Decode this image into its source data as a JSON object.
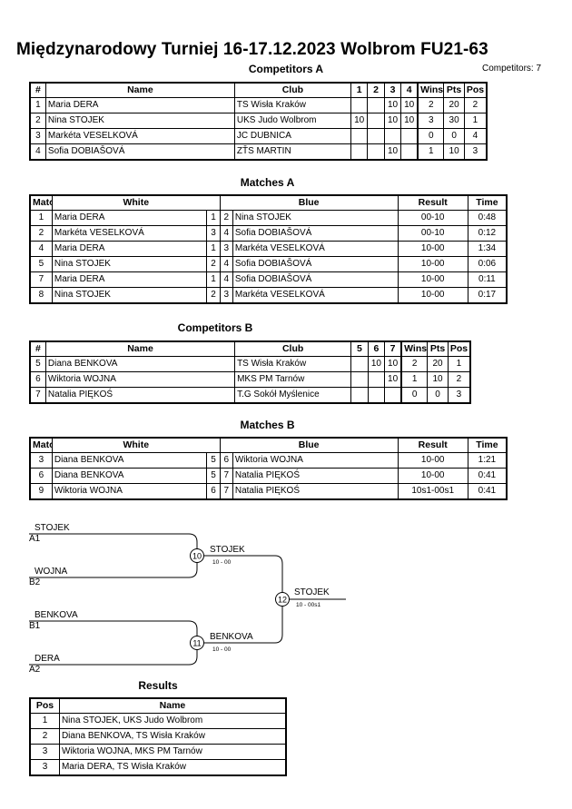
{
  "header": {
    "title": "Międzynarodowy Turniej  16-17.12.2023  Wolbrom   FU21-63",
    "competitors_count": "Competitors: 7"
  },
  "competitors_a": {
    "heading": "Competitors A",
    "columns": [
      "#",
      "Name",
      "Club",
      "1",
      "2",
      "3",
      "4",
      "Wins",
      "Pts",
      "Pos"
    ],
    "rows": [
      {
        "num": "1",
        "name": "Maria DERA",
        "club": "TS Wisła Kraków",
        "s": [
          "",
          "",
          "10",
          "10"
        ],
        "wins": "2",
        "pts": "20",
        "pos": "2"
      },
      {
        "num": "2",
        "name": "Nina STOJEK",
        "club": "UKS Judo Wolbrom",
        "s": [
          "10",
          "",
          "10",
          "10"
        ],
        "wins": "3",
        "pts": "30",
        "pos": "1"
      },
      {
        "num": "3",
        "name": "Markéta VESELKOVÁ",
        "club": "JC DUBNICA",
        "s": [
          "",
          "",
          "",
          ""
        ],
        "wins": "0",
        "pts": "0",
        "pos": "4"
      },
      {
        "num": "4",
        "name": "Sofia DOBIAŠOVÁ",
        "club": "ZŤS MARTIN",
        "s": [
          "",
          "",
          "10",
          ""
        ],
        "wins": "1",
        "pts": "10",
        "pos": "3"
      }
    ]
  },
  "matches_a": {
    "heading": "Matches A",
    "columns": [
      "Match",
      "White",
      "Blue",
      "Result",
      "Time"
    ],
    "rows": [
      {
        "match": "1",
        "white": "Maria DERA",
        "wn": "1",
        "bn": "2",
        "blue": "Nina STOJEK",
        "result": "00-10",
        "time": "0:48"
      },
      {
        "match": "2",
        "white": "Markéta VESELKOVÁ",
        "wn": "3",
        "bn": "4",
        "blue": "Sofia DOBIAŠOVÁ",
        "result": "00-10",
        "time": "0:12"
      },
      {
        "match": "4",
        "white": "Maria DERA",
        "wn": "1",
        "bn": "3",
        "blue": "Markéta VESELKOVÁ",
        "result": "10-00",
        "time": "1:34"
      },
      {
        "match": "5",
        "white": "Nina STOJEK",
        "wn": "2",
        "bn": "4",
        "blue": "Sofia DOBIAŠOVÁ",
        "result": "10-00",
        "time": "0:06"
      },
      {
        "match": "7",
        "white": "Maria DERA",
        "wn": "1",
        "bn": "4",
        "blue": "Sofia DOBIAŠOVÁ",
        "result": "10-00",
        "time": "0:11"
      },
      {
        "match": "8",
        "white": "Nina STOJEK",
        "wn": "2",
        "bn": "3",
        "blue": "Markéta VESELKOVÁ",
        "result": "10-00",
        "time": "0:17"
      }
    ]
  },
  "competitors_b": {
    "heading": "Competitors B",
    "columns": [
      "#",
      "Name",
      "Club",
      "5",
      "6",
      "7",
      "Wins",
      "Pts",
      "Pos"
    ],
    "rows": [
      {
        "num": "5",
        "name": "Diana BENKOVA",
        "club": "TS Wisła Kraków",
        "s": [
          "",
          "10",
          "10"
        ],
        "wins": "2",
        "pts": "20",
        "pos": "1"
      },
      {
        "num": "6",
        "name": "Wiktoria WOJNA",
        "club": "MKS PM Tarnów",
        "s": [
          "",
          "",
          "10"
        ],
        "wins": "1",
        "pts": "10",
        "pos": "2"
      },
      {
        "num": "7",
        "name": "Natalia PIĘKOŚ",
        "club": "T.G Sokół Myślenice",
        "s": [
          "",
          "",
          ""
        ],
        "wins": "0",
        "pts": "0",
        "pos": "3"
      }
    ]
  },
  "matches_b": {
    "heading": "Matches B",
    "columns": [
      "Match",
      "White",
      "Blue",
      "Result",
      "Time"
    ],
    "rows": [
      {
        "match": "3",
        "white": "Diana BENKOVA",
        "wn": "5",
        "bn": "6",
        "blue": "Wiktoria WOJNA",
        "result": "10-00",
        "time": "1:21"
      },
      {
        "match": "6",
        "white": "Diana BENKOVA",
        "wn": "5",
        "bn": "7",
        "blue": "Natalia PIĘKOŚ",
        "result": "10-00",
        "time": "0:41"
      },
      {
        "match": "9",
        "white": "Wiktoria WOJNA",
        "wn": "6",
        "bn": "7",
        "blue": "Natalia PIĘKOŚ",
        "result": "10s1-00s1",
        "time": "0:41"
      }
    ]
  },
  "bracket": {
    "entries": [
      {
        "name": "STOJEK",
        "seed": "A1"
      },
      {
        "name": "WOJNA",
        "seed": "B2"
      },
      {
        "name": "BENKOVA",
        "seed": "B1"
      },
      {
        "name": "DERA",
        "seed": "A2"
      }
    ],
    "semis": [
      {
        "match": "10",
        "winner": "STOJEK",
        "score": "10 - 00"
      },
      {
        "match": "11",
        "winner": "BENKOVA",
        "score": "10 - 00"
      }
    ],
    "final": {
      "match": "12",
      "winner": "STOJEK",
      "score": "10 - 00s1"
    }
  },
  "results": {
    "heading": "Results",
    "columns": [
      "Pos",
      "Name"
    ],
    "rows": [
      {
        "pos": "1",
        "name": "Nina STOJEK, UKS Judo Wolbrom"
      },
      {
        "pos": "2",
        "name": "Diana BENKOVA, TS Wisła Kraków"
      },
      {
        "pos": "3",
        "name": "Wiktoria WOJNA, MKS PM Tarnów"
      },
      {
        "pos": "3",
        "name": "Maria DERA, TS Wisła Kraków"
      }
    ]
  }
}
